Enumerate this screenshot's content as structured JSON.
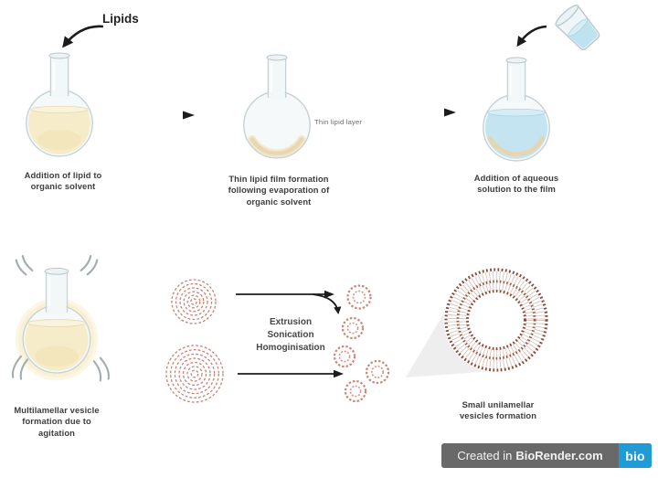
{
  "labels": {
    "lipids": "Lipids",
    "thin_lipid_layer": "Thin lipid layer"
  },
  "captions": {
    "step1": [
      "Addition of lipid to",
      "organic solvent"
    ],
    "step2": [
      "Thin lipid film formation",
      "following evaporation of",
      "organic solvent"
    ],
    "step3": [
      "Addition of aqueous",
      "solution to the film"
    ],
    "step4": [
      "Multilamellar vesicle",
      "formation due to",
      "agitation"
    ],
    "step5": [
      "Small unilamellar",
      "vesicles formation"
    ]
  },
  "process": {
    "lines": [
      "Extrusion",
      "Sonication",
      "Homoginisation"
    ]
  },
  "footer": {
    "prefix": "Created in",
    "brand": "BioRender.com",
    "logo": "bio",
    "badge_bg": "#696969",
    "logo_bg": "#1f9bd7"
  },
  "colors": {
    "liquid_yellow": "#f6ecca",
    "liquid_blue": "#c3e4f0",
    "film_tan": "#e9d7b2",
    "vesicle_salmon": "#c98274",
    "lipid_head_dark": "#8c4a38",
    "arrow_black": "#1c1c1c"
  }
}
